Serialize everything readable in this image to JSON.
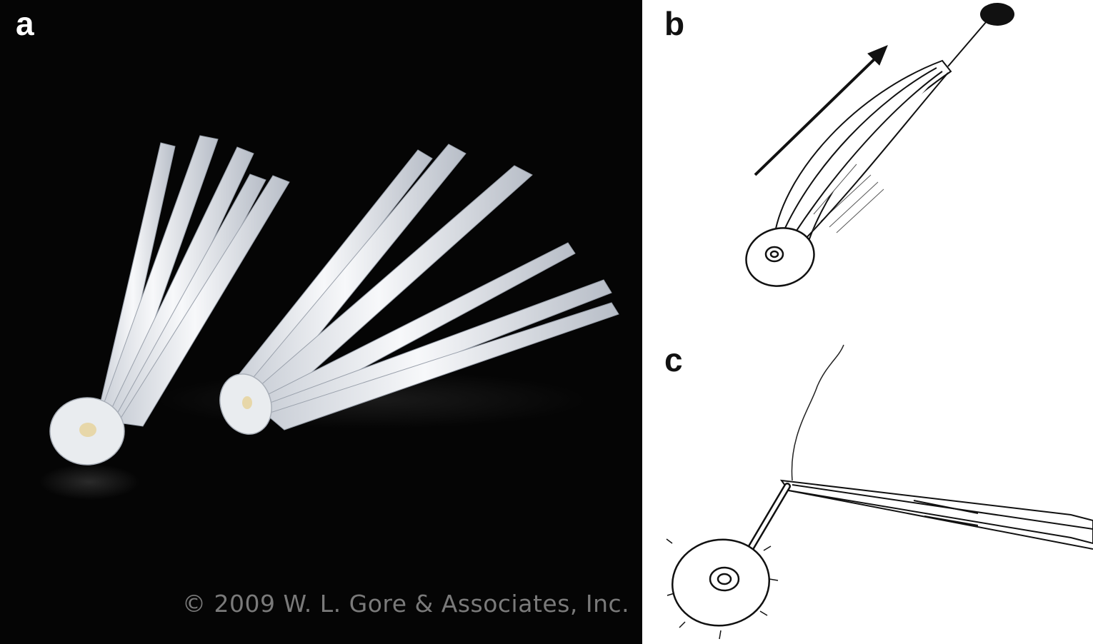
{
  "panels": {
    "a": {
      "label": "a",
      "copyright": "© 2009 W. L. Gore & Associates, Inc.",
      "background_color": "#050505",
      "object_color": "#f2f4f6"
    },
    "b": {
      "label": "b"
    },
    "c": {
      "label": "c"
    }
  }
}
